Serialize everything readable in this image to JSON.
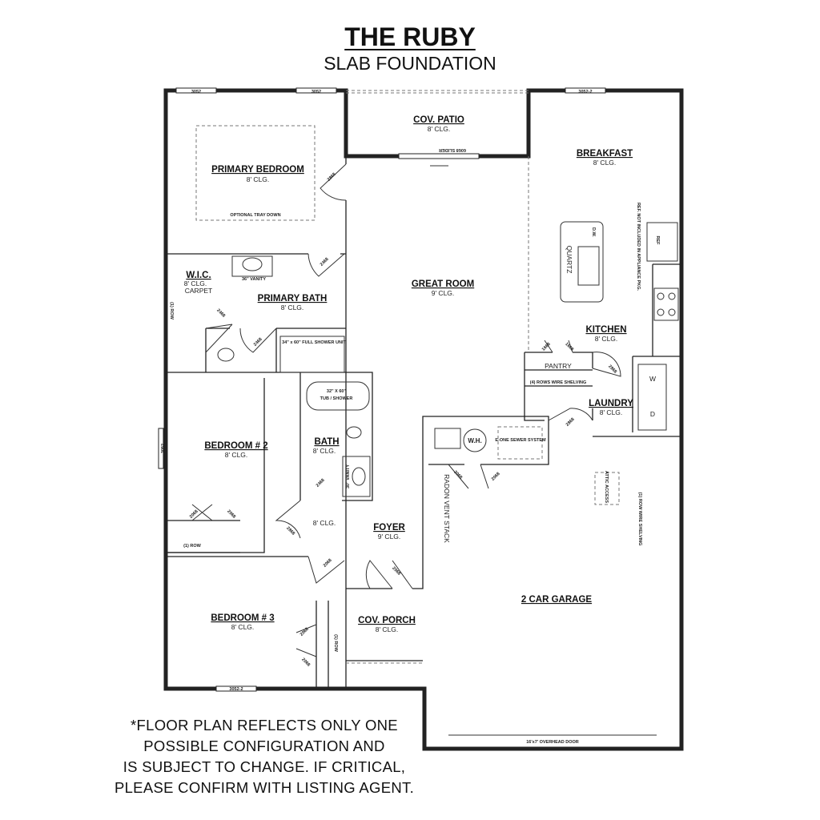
{
  "header": {
    "title": "THE RUBY",
    "subtitle": "SLAB FOUNDATION"
  },
  "rooms": {
    "primary_bedroom": {
      "name": "PRIMARY BEDROOM",
      "ceiling": "8' CLG."
    },
    "cov_patio": {
      "name": "COV. PATIO",
      "ceiling": "8' CLG."
    },
    "breakfast": {
      "name": "BREAKFAST",
      "ceiling": "8' CLG."
    },
    "great_room": {
      "name": "GREAT ROOM",
      "ceiling": "9' CLG."
    },
    "wic": {
      "name": "W.I.C.",
      "ceiling": "8' CLG.",
      "floor": "CARPET"
    },
    "primary_bath": {
      "name": "PRIMARY BATH",
      "ceiling": "8' CLG."
    },
    "kitchen": {
      "name": "KITCHEN",
      "ceiling": "8' CLG."
    },
    "laundry": {
      "name": "LAUNDRY",
      "ceiling": "8' CLG."
    },
    "bedroom2": {
      "name": "BEDROOM # 2",
      "ceiling": "8' CLG."
    },
    "bath": {
      "name": "BATH",
      "ceiling": "8' CLG."
    },
    "hall": {
      "ceiling": "8' CLG."
    },
    "foyer": {
      "name": "FOYER",
      "ceiling": "9' CLG."
    },
    "bedroom3": {
      "name": "BEDROOM # 3",
      "ceiling": "8' CLG."
    },
    "cov_porch": {
      "name": "COV. PORCH",
      "ceiling": "8' CLG."
    },
    "garage": {
      "name": "2 CAR GARAGE"
    }
  },
  "annotations": {
    "window_3052": "3052",
    "window_3052_2": "3052-2",
    "slider": "6068 SLIDER",
    "optional_tray": "OPTIONAL TRAY DOWN",
    "vanity_36": "36\" VANITY",
    "shower_unit": "34\" x 60\" FULL SHOWER UNIT",
    "tub_shower_size": "32\" X 60\"",
    "tub_shower": "TUB / SHOWER",
    "bath_vanity": "30\" VANITY",
    "one_row": "(1) ROW",
    "quartz": "QUARTZ",
    "dw": "D.W.",
    "ref": "REF",
    "ref_note": "REF. NOT INCLUDED IN APPLIANCE PKG.",
    "pantry": "PANTRY",
    "pantry_shelving": "(4) ROWS WIRE SHELVING",
    "washer": "W",
    "dryer": "D",
    "wh": "W.H.",
    "sewer": "E-ONE SEWER SYSTEM",
    "radon": "RADON VENT STACK",
    "attic": "ATTIC ACCESS",
    "garage_shelving": "(1) ROW WIRE SHELVING",
    "overhead_door": "16'x7' OVERHEAD DOOR",
    "door_2868": "2868",
    "door_2468": "2468",
    "door_2068": "2068",
    "door_1668": "1668"
  },
  "disclaimer": [
    "*FLOOR PLAN REFLECTS ONLY ONE",
    "POSSIBLE CONFIGURATION AND",
    "IS SUBJECT TO CHANGE. IF CRITICAL,",
    "PLEASE CONFIRM WITH LISTING AGENT."
  ]
}
